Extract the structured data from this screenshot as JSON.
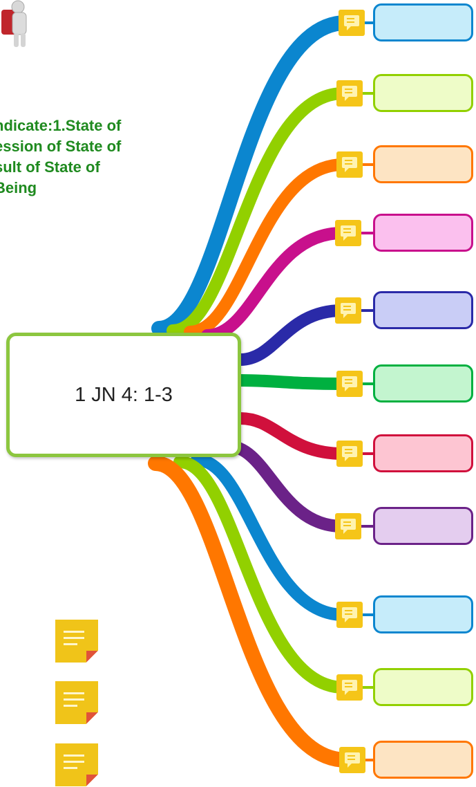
{
  "central": {
    "label": "1 JN 4: 1-3"
  },
  "topic_note": {
    "color": "#1f8a1f",
    "lines": [
      "ndicate:1.State of",
      "ession of State of",
      "sult of State of",
      "Being"
    ]
  },
  "branches": [
    {
      "color": "#0b86cf",
      "fill": "#c6ecfa"
    },
    {
      "color": "#92d000",
      "fill": "#eefcc8"
    },
    {
      "color": "#ff7700",
      "fill": "#fde4c3"
    },
    {
      "color": "#c8108c",
      "fill": "#fbc0ee"
    },
    {
      "color": "#2a2aa8",
      "fill": "#c9cdf6"
    },
    {
      "color": "#00b040",
      "fill": "#c3f5cf"
    },
    {
      "color": "#d0103c",
      "fill": "#fdc5d2"
    },
    {
      "color": "#6b2288",
      "fill": "#e4cdef"
    },
    {
      "color": "#0b86cf",
      "fill": "#c6ecfa"
    },
    {
      "color": "#92d000",
      "fill": "#eefcc8"
    },
    {
      "color": "#ff7700",
      "fill": "#fde4c3"
    }
  ],
  "icons": {
    "comment": "comment-icon",
    "note": "sticky-note-icon",
    "avatar": "figure-with-book-icon"
  }
}
